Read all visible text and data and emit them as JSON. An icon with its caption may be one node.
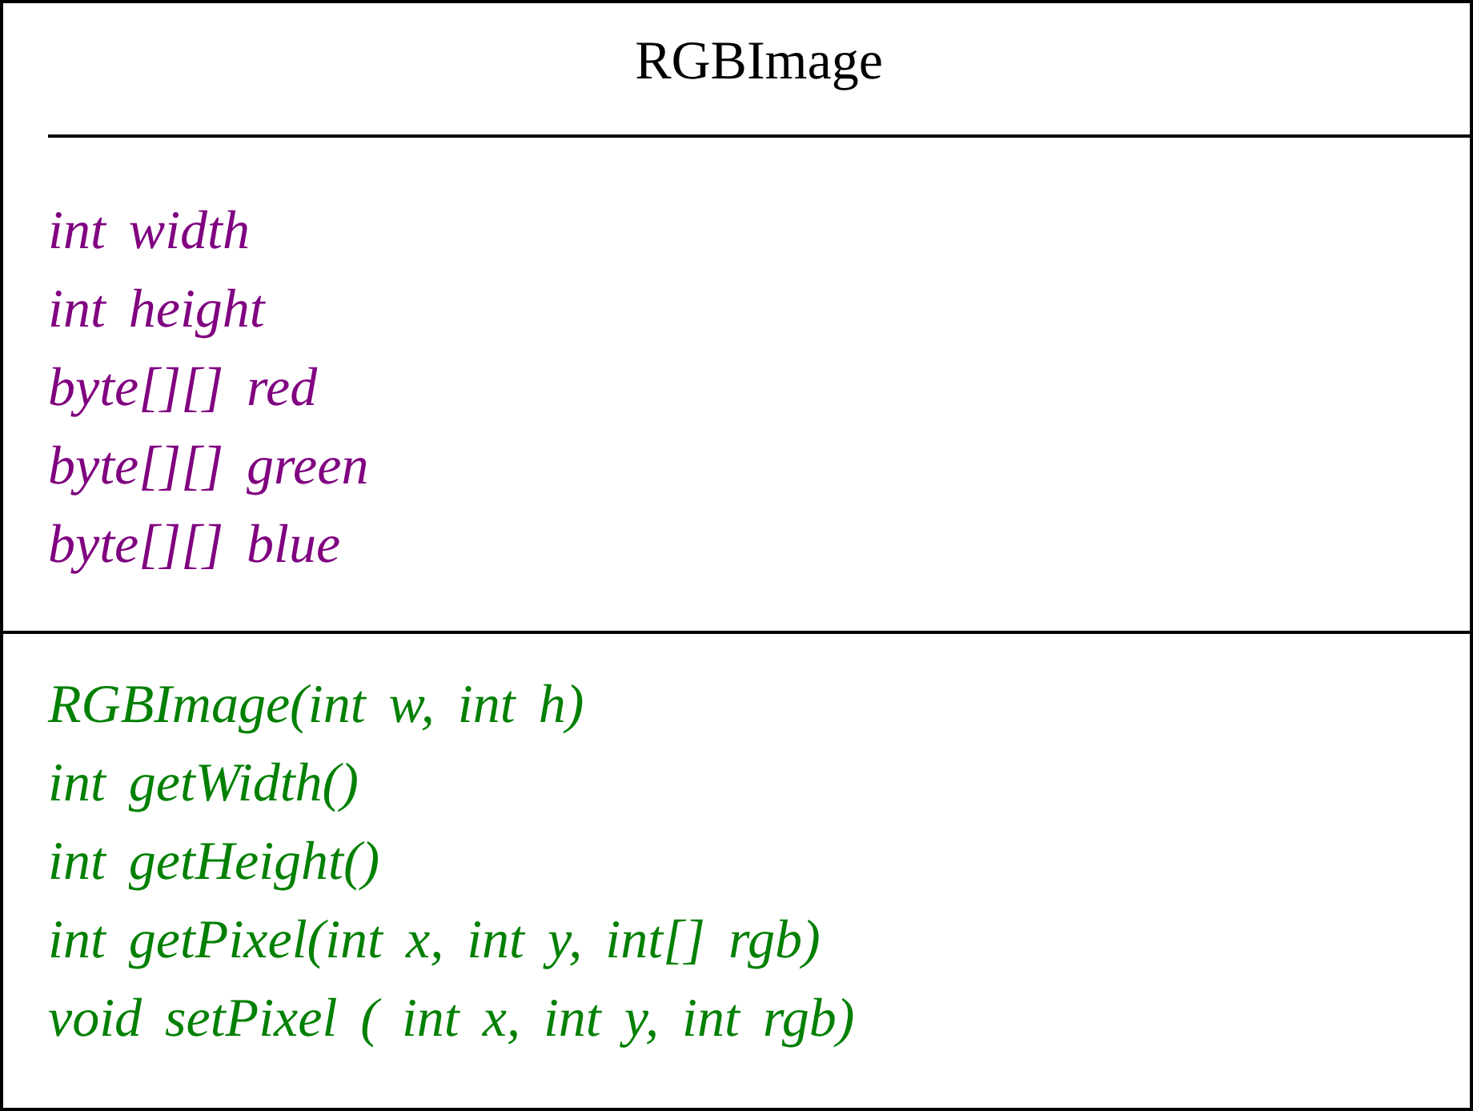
{
  "diagram": {
    "nodes": [
      {
        "text": [
          "RGBImage"
        ]
      },
      {
        "text": [
          "int width",
          "int height",
          "byte[][] red",
          "byte[][] green",
          "byte[][] blue"
        ],
        "in": 0
      },
      {
        "text": [
          "RGBImage(int w, int h)",
          "int getWidth()",
          "int getHeight()",
          "int getPixel(int x, int y, int[] rgb)",
          "void setPixel ( int x, int y, int rgb)"
        ],
        "in": 0
      }
    ]
  }
}
